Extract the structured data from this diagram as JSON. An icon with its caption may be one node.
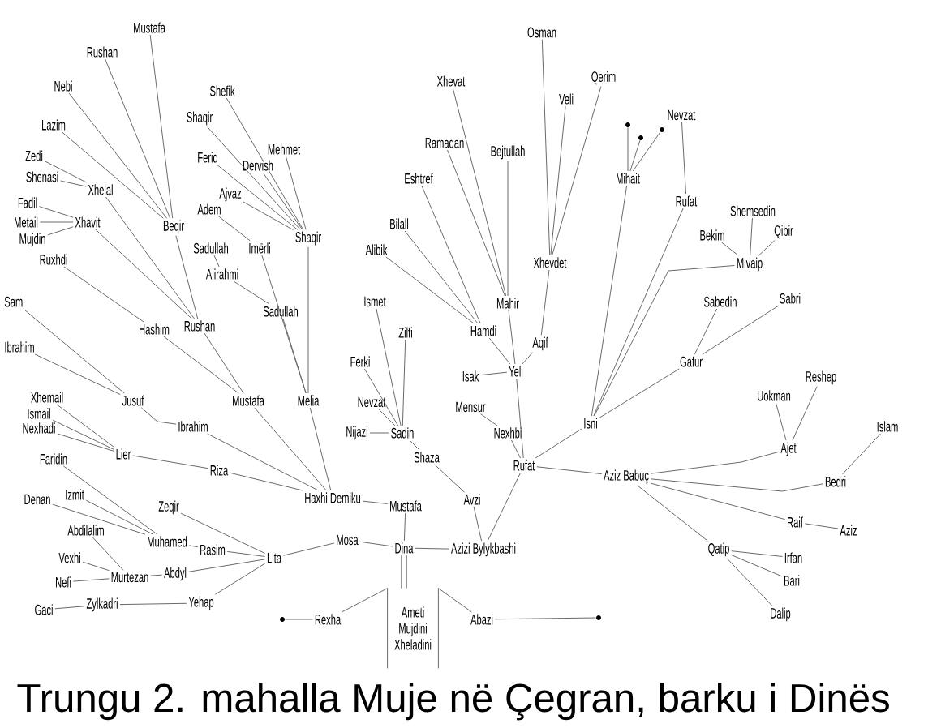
{
  "diagram": {
    "caption": "Trungu 2. mahalla Muje në Çegran, barku i Dinës",
    "nodes": [
      {
        "text": [
          "Mustafa"
        ]
      },
      {
        "text": [
          "Osman"
        ]
      },
      {
        "text": [
          "Rushan"
        ]
      },
      {
        "text": [
          "Qerim"
        ]
      },
      {
        "text": [
          "Xhevat"
        ]
      },
      {
        "text": [
          "Nebi"
        ]
      },
      {
        "text": [
          "Shefik"
        ]
      },
      {
        "text": [
          "Veli"
        ]
      },
      {
        "text": [
          "Nevzat"
        ]
      },
      {
        "text": [
          "Shaqir"
        ]
      },
      {
        "text": [
          "Lazim"
        ]
      },
      {
        "text": [],
        "shape": "dot"
      },
      {
        "text": [],
        "shape": "dot"
      },
      {
        "text": [],
        "shape": "dot"
      },
      {
        "text": [
          "Ramadan"
        ]
      },
      {
        "text": [
          "Mehmet"
        ]
      },
      {
        "text": [
          "Bejtullah"
        ]
      },
      {
        "text": [
          "Zedi"
        ]
      },
      {
        "text": [
          "Ferid"
        ]
      },
      {
        "text": [
          "Dervish"
        ]
      },
      {
        "text": [
          "Shenasi"
        ]
      },
      {
        "text": [
          "Eshtref"
        ]
      },
      {
        "text": [
          "Mihait"
        ]
      },
      {
        "text": [
          "Xhelal"
        ]
      },
      {
        "text": [
          "Ajvaz"
        ]
      },
      {
        "text": [
          "Rufat"
        ]
      },
      {
        "text": [
          "Fadil"
        ]
      },
      {
        "text": [
          "Adem"
        ]
      },
      {
        "text": [
          "Shemsedin"
        ]
      },
      {
        "text": [
          "Metail"
        ]
      },
      {
        "text": [
          "Xhavit"
        ]
      },
      {
        "text": [
          "Bilall"
        ]
      },
      {
        "text": [
          "Beqir"
        ]
      },
      {
        "text": [
          "Qibir"
        ]
      },
      {
        "text": [
          "Bekim"
        ]
      },
      {
        "text": [
          "Shaqir"
        ]
      },
      {
        "text": [
          "Mujdin"
        ]
      },
      {
        "text": [
          "Sadullah"
        ]
      },
      {
        "text": [
          "Imërli"
        ]
      },
      {
        "text": [
          "Alibik"
        ]
      },
      {
        "text": [
          "Ruxhdi"
        ]
      },
      {
        "text": [
          "Xhevdet"
        ]
      },
      {
        "text": [
          "Mivaip"
        ]
      },
      {
        "text": [
          "Alirahmi"
        ]
      },
      {
        "text": [
          "Sabri"
        ]
      },
      {
        "text": [
          "Sami"
        ]
      },
      {
        "text": [
          "Ismet"
        ]
      },
      {
        "text": [
          "Sabedin"
        ]
      },
      {
        "text": [
          "Mahir"
        ]
      },
      {
        "text": [
          "Sadullah"
        ]
      },
      {
        "text": [
          "Hashim"
        ]
      },
      {
        "text": [
          "Rushan"
        ]
      },
      {
        "text": [
          "Hamdi"
        ]
      },
      {
        "text": [
          "Zilfi"
        ]
      },
      {
        "text": [
          "Aqif"
        ]
      },
      {
        "text": [
          "Ibrahim"
        ]
      },
      {
        "text": [
          "Ferki"
        ]
      },
      {
        "text": [
          "Gafur"
        ]
      },
      {
        "text": [
          "Yeli"
        ]
      },
      {
        "text": [
          "Isak"
        ]
      },
      {
        "text": [
          "Reshep"
        ]
      },
      {
        "text": [
          "Uokman"
        ]
      },
      {
        "text": [
          "Xhemail"
        ]
      },
      {
        "text": [
          "Jusuf"
        ]
      },
      {
        "text": [
          "Mustafa"
        ]
      },
      {
        "text": [
          "Melia"
        ]
      },
      {
        "text": [
          "Nevzat"
        ]
      },
      {
        "text": [
          "Mensur"
        ]
      },
      {
        "text": [
          "Ismail"
        ]
      },
      {
        "text": [
          "Isni"
        ]
      },
      {
        "text": [
          "Islam"
        ]
      },
      {
        "text": [
          "Ibrahim"
        ]
      },
      {
        "text": [
          "Nexhadi"
        ]
      },
      {
        "text": [
          "Nijazi"
        ]
      },
      {
        "text": [
          "Sadin"
        ]
      },
      {
        "text": [
          "Nexhbi"
        ]
      },
      {
        "text": [
          "Ajet"
        ]
      },
      {
        "text": [
          "Lier"
        ]
      },
      {
        "text": [
          "Shaza"
        ]
      },
      {
        "text": [
          "Faridin"
        ]
      },
      {
        "text": [
          "Rufat"
        ]
      },
      {
        "text": [
          "Riza"
        ]
      },
      {
        "text": [
          "Aziz Babuç"
        ]
      },
      {
        "text": [
          "Bedri"
        ]
      },
      {
        "text": [
          "Izmit"
        ]
      },
      {
        "text": [
          "Haxhi Demiku"
        ]
      },
      {
        "text": [
          "Avzi"
        ]
      },
      {
        "text": [
          "Denan"
        ]
      },
      {
        "text": [
          "Mustafa"
        ]
      },
      {
        "text": [
          "Zeqir"
        ]
      },
      {
        "text": [
          "Raif"
        ]
      },
      {
        "text": [
          "Abdilalim"
        ]
      },
      {
        "text": [
          "Aziz"
        ]
      },
      {
        "text": [
          "Mosa"
        ]
      },
      {
        "text": [
          "Muhamed"
        ]
      },
      {
        "text": [
          "Dina"
        ]
      },
      {
        "text": [
          "Azizi Bylykbashi"
        ]
      },
      {
        "text": [
          "Rasim"
        ]
      },
      {
        "text": [
          "Qatip"
        ]
      },
      {
        "text": [
          "Lita"
        ]
      },
      {
        "text": [
          "Vexhi"
        ]
      },
      {
        "text": [
          "Irfan"
        ]
      },
      {
        "text": [
          "Abdyl"
        ]
      },
      {
        "text": [
          "Murtezan"
        ]
      },
      {
        "text": [
          "Nefi"
        ]
      },
      {
        "text": [
          "Bari"
        ]
      },
      {
        "text": [
          "Yehap"
        ]
      },
      {
        "text": [
          "Zylkadri"
        ]
      },
      {
        "text": [
          "Gaci"
        ]
      },
      {
        "text": [
          "Dalip"
        ]
      },
      {
        "text": [],
        "shape": "dot"
      },
      {
        "text": [
          "Rexha"
        ]
      },
      {
        "text": [
          "Abazi"
        ]
      },
      {
        "text": [],
        "shape": "dot"
      },
      {
        "text": [
          "Ameti",
          "Mujdini",
          "Xheladini"
        ]
      }
    ],
    "edges": [
      {
        "from": 95,
        "to": 93,
        "arrow": "none"
      },
      {
        "from": 95,
        "to": 88,
        "arrow": "none"
      },
      {
        "from": 95,
        "to": 96,
        "arrow": "none"
      },
      {
        "from": 95,
        "to": 114,
        "arrow": "none"
      },
      {
        "from": 95,
        "to": 114,
        "arrow": "none"
      },
      {
        "from": 114,
        "to": 111,
        "arrow": "none"
      },
      {
        "from": 114,
        "to": 112,
        "arrow": "none"
      },
      {
        "from": 111,
        "to": 110,
        "arrow": "none"
      },
      {
        "from": 112,
        "to": 113,
        "arrow": "none"
      },
      {
        "from": 93,
        "to": 99,
        "arrow": "none"
      },
      {
        "from": 88,
        "to": 85,
        "arrow": "none"
      },
      {
        "from": 96,
        "to": 86,
        "arrow": "none"
      },
      {
        "from": 96,
        "to": 80,
        "arrow": "none"
      },
      {
        "from": 86,
        "to": 78,
        "arrow": "none"
      },
      {
        "from": 78,
        "to": 74,
        "arrow": "none"
      },
      {
        "from": 74,
        "to": 73,
        "arrow": "none"
      },
      {
        "from": 74,
        "to": 66,
        "arrow": "none"
      },
      {
        "from": 74,
        "to": 56,
        "arrow": "none"
      },
      {
        "from": 74,
        "to": 53,
        "arrow": "none"
      },
      {
        "from": 74,
        "to": 46,
        "arrow": "none"
      },
      {
        "from": 80,
        "to": 75,
        "arrow": "none"
      },
      {
        "from": 75,
        "to": 67,
        "arrow": "none"
      },
      {
        "from": 80,
        "to": 58,
        "arrow": "none"
      },
      {
        "from": 80,
        "to": 69,
        "arrow": "none"
      },
      {
        "from": 80,
        "to": 82,
        "arrow": "none"
      },
      {
        "from": 58,
        "to": 59,
        "arrow": "none"
      },
      {
        "from": 58,
        "to": 52,
        "arrow": "none"
      },
      {
        "from": 58,
        "to": 48,
        "arrow": "none"
      },
      {
        "from": 58,
        "to": 54,
        "arrow": "none"
      },
      {
        "from": 54,
        "to": 41,
        "arrow": "none"
      },
      {
        "from": 41,
        "to": 1,
        "arrow": "none"
      },
      {
        "from": 41,
        "to": 7,
        "arrow": "none"
      },
      {
        "from": 41,
        "to": 3,
        "arrow": "none"
      },
      {
        "from": 48,
        "to": 4,
        "arrow": "none"
      },
      {
        "from": 48,
        "to": 14,
        "arrow": "none"
      },
      {
        "from": 48,
        "to": 16,
        "arrow": "none"
      },
      {
        "from": 52,
        "to": 21,
        "arrow": "none"
      },
      {
        "from": 52,
        "to": 31,
        "arrow": "none"
      },
      {
        "from": 52,
        "to": 39,
        "arrow": "none"
      },
      {
        "from": 69,
        "to": 22,
        "arrow": "none"
      },
      {
        "from": 69,
        "to": 25,
        "arrow": "none"
      },
      {
        "from": 69,
        "to": 42,
        "arrow": "none"
      },
      {
        "from": 69,
        "to": 57,
        "arrow": "none"
      },
      {
        "from": 22,
        "to": 11,
        "arrow": "none"
      },
      {
        "from": 22,
        "to": 12,
        "arrow": "none"
      },
      {
        "from": 22,
        "to": 13,
        "arrow": "none"
      },
      {
        "from": 25,
        "to": 8,
        "arrow": "none"
      },
      {
        "from": 42,
        "to": 34,
        "arrow": "none"
      },
      {
        "from": 42,
        "to": 28,
        "arrow": "none"
      },
      {
        "from": 42,
        "to": 33,
        "arrow": "none"
      },
      {
        "from": 57,
        "to": 47,
        "arrow": "none"
      },
      {
        "from": 57,
        "to": 44,
        "arrow": "none"
      },
      {
        "from": 82,
        "to": 76,
        "arrow": "none"
      },
      {
        "from": 82,
        "to": 83,
        "arrow": "none"
      },
      {
        "from": 82,
        "to": 90,
        "arrow": "none"
      },
      {
        "from": 82,
        "to": 98,
        "arrow": "none"
      },
      {
        "from": 76,
        "to": 61,
        "arrow": "none"
      },
      {
        "from": 76,
        "to": 60,
        "arrow": "none"
      },
      {
        "from": 83,
        "to": 70,
        "arrow": "none"
      },
      {
        "from": 90,
        "to": 92,
        "arrow": "none"
      },
      {
        "from": 98,
        "to": 101,
        "arrow": "none"
      },
      {
        "from": 98,
        "to": 105,
        "arrow": "none"
      },
      {
        "from": 98,
        "to": 109,
        "arrow": "none"
      },
      {
        "from": 85,
        "to": 64,
        "arrow": "none"
      },
      {
        "from": 85,
        "to": 65,
        "arrow": "none"
      },
      {
        "from": 85,
        "to": 71,
        "arrow": "none"
      },
      {
        "from": 85,
        "to": 81,
        "arrow": "none"
      },
      {
        "from": 64,
        "to": 50,
        "arrow": "none"
      },
      {
        "from": 64,
        "to": 51,
        "arrow": "none"
      },
      {
        "from": 50,
        "to": 40,
        "arrow": "none"
      },
      {
        "from": 51,
        "to": 23,
        "arrow": "none"
      },
      {
        "from": 51,
        "to": 30,
        "arrow": "none"
      },
      {
        "from": 51,
        "to": 32,
        "arrow": "none"
      },
      {
        "from": 23,
        "to": 17,
        "arrow": "none"
      },
      {
        "from": 23,
        "to": 20,
        "arrow": "none"
      },
      {
        "from": 30,
        "to": 26,
        "arrow": "none"
      },
      {
        "from": 30,
        "to": 29,
        "arrow": "none"
      },
      {
        "from": 30,
        "to": 36,
        "arrow": "none"
      },
      {
        "from": 32,
        "to": 0,
        "arrow": "none"
      },
      {
        "from": 32,
        "to": 2,
        "arrow": "none"
      },
      {
        "from": 32,
        "to": 5,
        "arrow": "none"
      },
      {
        "from": 32,
        "to": 10,
        "arrow": "none"
      },
      {
        "from": 71,
        "to": 63,
        "arrow": "none"
      },
      {
        "from": 63,
        "to": 45,
        "arrow": "none"
      },
      {
        "from": 63,
        "to": 55,
        "arrow": "none"
      },
      {
        "from": 81,
        "to": 77,
        "arrow": "none"
      },
      {
        "from": 77,
        "to": 62,
        "arrow": "none"
      },
      {
        "from": 77,
        "to": 68,
        "arrow": "none"
      },
      {
        "from": 77,
        "to": 72,
        "arrow": "none"
      },
      {
        "from": 65,
        "to": 49,
        "arrow": "none"
      },
      {
        "from": 65,
        "to": 38,
        "arrow": "none"
      },
      {
        "from": 65,
        "to": 35,
        "arrow": "none"
      },
      {
        "from": 49,
        "to": 43,
        "arrow": "none"
      },
      {
        "from": 43,
        "to": 37,
        "arrow": "none"
      },
      {
        "from": 38,
        "to": 27,
        "arrow": "none"
      },
      {
        "from": 35,
        "to": 6,
        "arrow": "none"
      },
      {
        "from": 35,
        "to": 9,
        "arrow": "none"
      },
      {
        "from": 35,
        "to": 15,
        "arrow": "none"
      },
      {
        "from": 35,
        "to": 19,
        "arrow": "none"
      },
      {
        "from": 35,
        "to": 18,
        "arrow": "none"
      },
      {
        "from": 35,
        "to": 24,
        "arrow": "none"
      },
      {
        "from": 99,
        "to": 89,
        "arrow": "none"
      },
      {
        "from": 99,
        "to": 97,
        "arrow": "none"
      },
      {
        "from": 99,
        "to": 102,
        "arrow": "none"
      },
      {
        "from": 99,
        "to": 106,
        "arrow": "none"
      },
      {
        "from": 97,
        "to": 94,
        "arrow": "none"
      },
      {
        "from": 94,
        "to": 79,
        "arrow": "none"
      },
      {
        "from": 94,
        "to": 84,
        "arrow": "none"
      },
      {
        "from": 94,
        "to": 87,
        "arrow": "none"
      },
      {
        "from": 102,
        "to": 103,
        "arrow": "none"
      },
      {
        "from": 103,
        "to": 91,
        "arrow": "none"
      },
      {
        "from": 103,
        "to": 100,
        "arrow": "none"
      },
      {
        "from": 103,
        "to": 104,
        "arrow": "none"
      },
      {
        "from": 106,
        "to": 107,
        "arrow": "none"
      },
      {
        "from": 107,
        "to": 108,
        "arrow": "none"
      }
    ]
  }
}
